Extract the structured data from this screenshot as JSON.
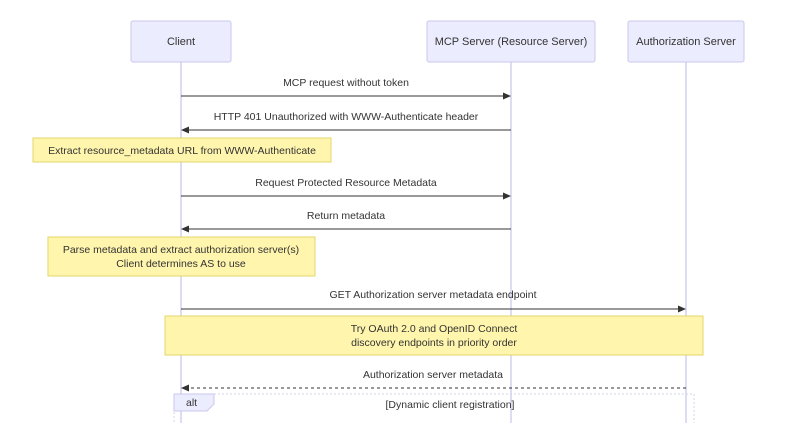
{
  "participants": [
    {
      "id": "client",
      "label": "Client"
    },
    {
      "id": "mcp",
      "label": "MCP Server (Resource Server)"
    },
    {
      "id": "auth",
      "label": "Authorization Server"
    }
  ],
  "messages": [
    {
      "label": "MCP request without token",
      "from": "client",
      "to": "mcp",
      "dashed": false
    },
    {
      "label": "HTTP 401 Unauthorized with WWW-Authenticate header",
      "from": "mcp",
      "to": "client",
      "dashed": false
    },
    {
      "label": "Request Protected Resource Metadata",
      "from": "client",
      "to": "mcp",
      "dashed": false
    },
    {
      "label": "Return metadata",
      "from": "mcp",
      "to": "client",
      "dashed": false
    },
    {
      "label": "GET Authorization server metadata endpoint",
      "from": "client",
      "to": "auth",
      "dashed": false
    },
    {
      "label": "Authorization server metadata",
      "from": "auth",
      "to": "client",
      "dashed": true
    }
  ],
  "notes": [
    {
      "lines": [
        "Extract resource_metadata URL from WWW-Authenticate"
      ]
    },
    {
      "lines": [
        "Parse metadata and extract authorization server(s)",
        "Client determines AS to use"
      ]
    },
    {
      "lines": [
        "Try OAuth 2.0 and OpenID Connect",
        "discovery endpoints in priority order"
      ]
    }
  ],
  "alt_block": {
    "keyword": "alt",
    "condition": "[Dynamic client registration]"
  }
}
